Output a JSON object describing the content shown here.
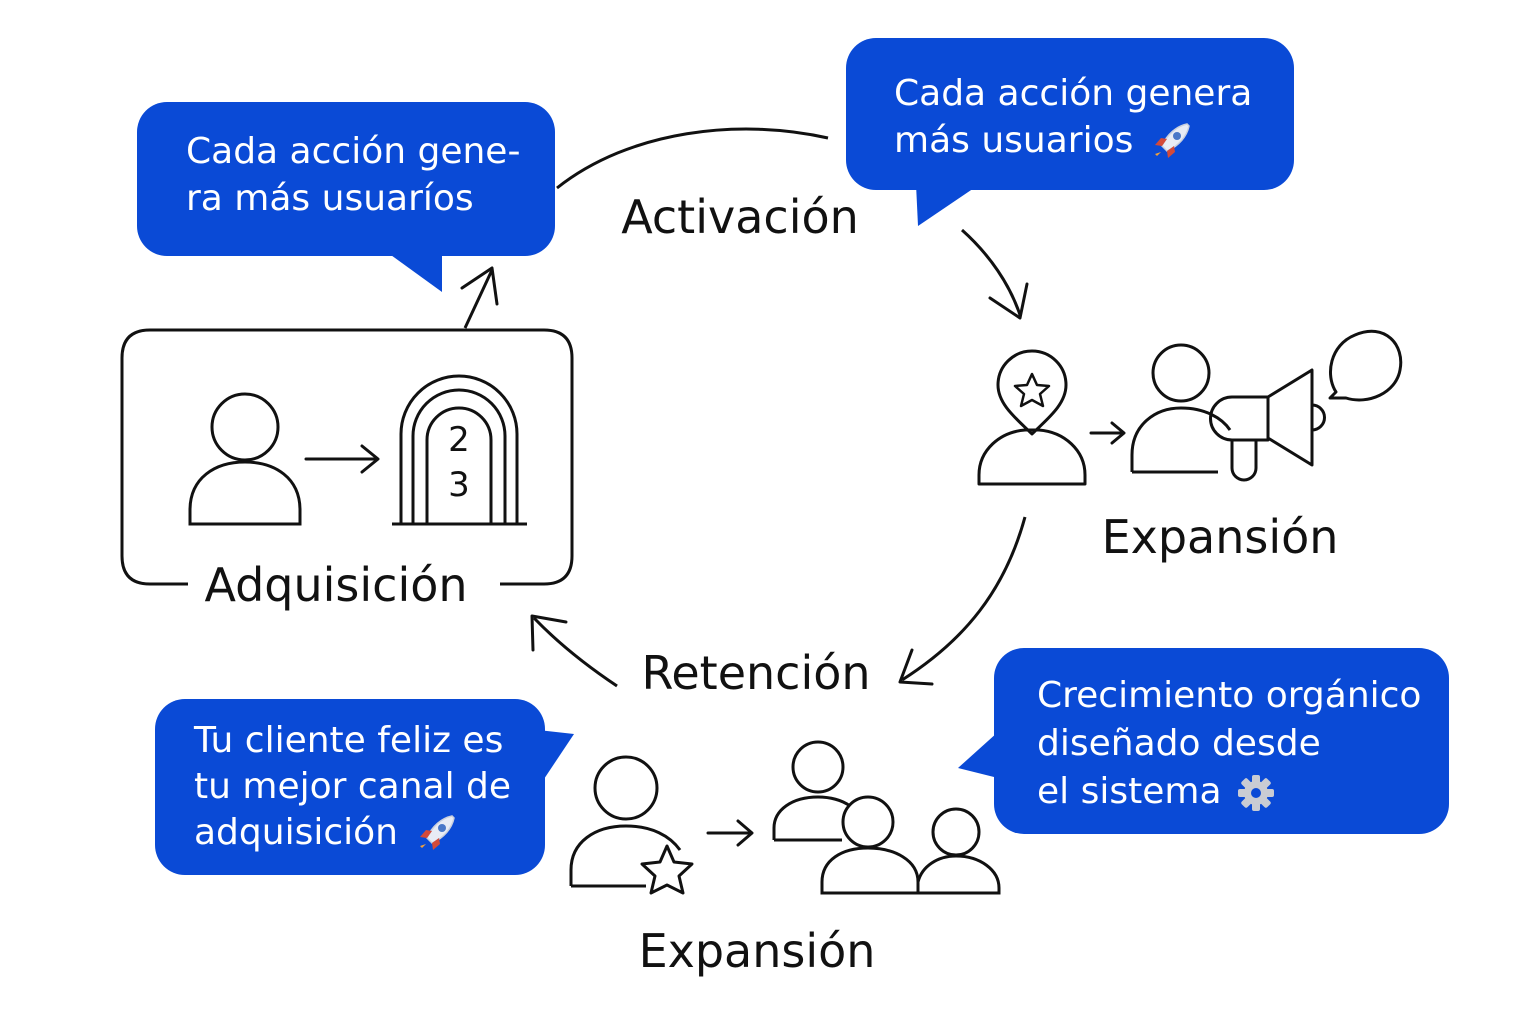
{
  "stages": {
    "activation": "Activación",
    "acquisition": "Adquisición",
    "retention": "Retención",
    "expansion_right": "Expansión",
    "expansion_bottom": "Expansión"
  },
  "door_numbers": {
    "top": "2",
    "bottom": "3"
  },
  "bubbles": {
    "top_left": {
      "lines": [
        "Cada acción gene-",
        "ra más usuaríos"
      ]
    },
    "top_right": {
      "lines": [
        "Cada acción genera",
        "más usuarios"
      ],
      "icon": "rocket-icon"
    },
    "bottom_left": {
      "lines": [
        "Tu cliente feliz es",
        "tu mejor canal de",
        "adquisición"
      ],
      "icon": "rocket-icon"
    },
    "bottom_right": {
      "lines": [
        "Crecimiento orgánico",
        "diseñado desde",
        "el sistema"
      ],
      "icon": "gear-icon"
    }
  },
  "colors": {
    "bubble": "#0a4ad6",
    "bubble_text": "#ffffff",
    "stroke": "#111111",
    "background": "#ffffff"
  },
  "icons": [
    "user-icon",
    "door-icon",
    "pin-star-icon",
    "megaphone-icon",
    "speech-bubble-icon",
    "user-star-icon",
    "user-group-icon",
    "arrow-icon"
  ]
}
